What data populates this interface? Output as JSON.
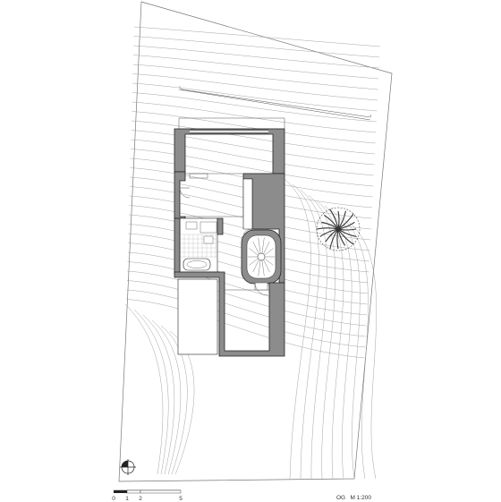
{
  "scale_bar": {
    "ticks": [
      "0",
      "1",
      "2",
      "5"
    ]
  },
  "plan_title": "OG   M 1:200",
  "colors": {
    "wall_fill": "#8c8c8c",
    "contour": "#9a9a9a",
    "outline": "#222222"
  }
}
